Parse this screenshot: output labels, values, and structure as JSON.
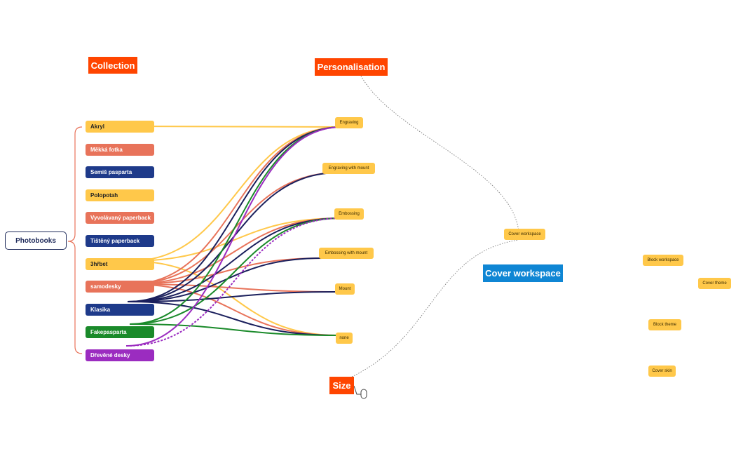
{
  "root": {
    "label": "Photobooks"
  },
  "collection": {
    "title": "Collection",
    "items": [
      {
        "label": "Akryl",
        "color": "#ffc84a",
        "text": "#222222"
      },
      {
        "label": "Měkká fotka",
        "color": "#e8735a",
        "text": "#ffffff"
      },
      {
        "label": "Semiš pasparta",
        "color": "#1e3a8a",
        "text": "#ffffff"
      },
      {
        "label": "Polopotah",
        "color": "#ffc84a",
        "text": "#222222"
      },
      {
        "label": "Vyvolávaný paperback",
        "color": "#e8735a",
        "text": "#ffffff"
      },
      {
        "label": "Tištěný paperback",
        "color": "#1e3a8a",
        "text": "#ffffff"
      },
      {
        "label": "3hřbet",
        "color": "#ffc84a",
        "text": "#222222"
      },
      {
        "label": "samodesky",
        "color": "#e8735a",
        "text": "#ffffff"
      },
      {
        "label": "Klasika",
        "color": "#1e3a8a",
        "text": "#ffffff"
      },
      {
        "label": "Fakepasparta",
        "color": "#1a8a2a",
        "text": "#ffffff"
      },
      {
        "label": "Dřevěné desky",
        "color": "#9b2cc0",
        "text": "#ffffff"
      }
    ]
  },
  "personalisation": {
    "title": "Personalisation",
    "options": [
      "Engraving",
      "Engraving with mount",
      "Embossing",
      "Embossing with mount",
      "Mount",
      "none"
    ]
  },
  "size": {
    "title": "Size"
  },
  "cover": {
    "hub_label": "Cover workspace",
    "title": "Cover workspace",
    "items": [
      "Block workspace",
      "Cover theme",
      "Block theme",
      "Cover skin"
    ]
  },
  "colors": {
    "orange_title": "#ff4500",
    "blue_title": "#0f86d4",
    "tag_fill": "#ffc84a",
    "yellow": "#ffc84a",
    "coral": "#e8735a",
    "navy": "#1a1f5c",
    "green": "#1a8a2a",
    "purple": "#9b2cc0"
  },
  "connections": [
    {
      "from": "Akryl",
      "to": "Engraving",
      "color": "#ffc84a"
    },
    {
      "from": "3hřbet",
      "to": "Engraving",
      "color": "#ffc84a"
    },
    {
      "from": "3hřbet",
      "to": "Embossing",
      "color": "#ffc84a"
    },
    {
      "from": "3hřbet",
      "to": "none",
      "color": "#ffc84a"
    },
    {
      "from": "samodesky",
      "to": "Engraving",
      "color": "#e8735a"
    },
    {
      "from": "samodesky",
      "to": "Engraving with mount",
      "color": "#e8735a"
    },
    {
      "from": "samodesky",
      "to": "Embossing",
      "color": "#e8735a"
    },
    {
      "from": "samodesky",
      "to": "Embossing with mount",
      "color": "#e8735a"
    },
    {
      "from": "samodesky",
      "to": "Mount",
      "color": "#e8735a"
    },
    {
      "from": "samodesky",
      "to": "none",
      "color": "#e8735a"
    },
    {
      "from": "Klasika",
      "to": "Engraving",
      "color": "#1a1f5c"
    },
    {
      "from": "Klasika",
      "to": "Engraving with mount",
      "color": "#1a1f5c"
    },
    {
      "from": "Klasika",
      "to": "Embossing",
      "color": "#1a1f5c"
    },
    {
      "from": "Klasika",
      "to": "Embossing with mount",
      "color": "#1a1f5c"
    },
    {
      "from": "Klasika",
      "to": "Mount",
      "color": "#1a1f5c"
    },
    {
      "from": "Klasika",
      "to": "none",
      "color": "#1a1f5c"
    },
    {
      "from": "Fakepasparta",
      "to": "Engraving",
      "color": "#1a8a2a"
    },
    {
      "from": "Fakepasparta",
      "to": "Embossing",
      "color": "#1a8a2a"
    },
    {
      "from": "Fakepasparta",
      "to": "none",
      "color": "#1a8a2a"
    },
    {
      "from": "Dřevěné desky",
      "to": "Engraving",
      "color": "#9b2cc0"
    },
    {
      "from": "Dřevěné desky",
      "to": "Embossing",
      "color": "#9b2cc0",
      "dashed": true
    }
  ]
}
